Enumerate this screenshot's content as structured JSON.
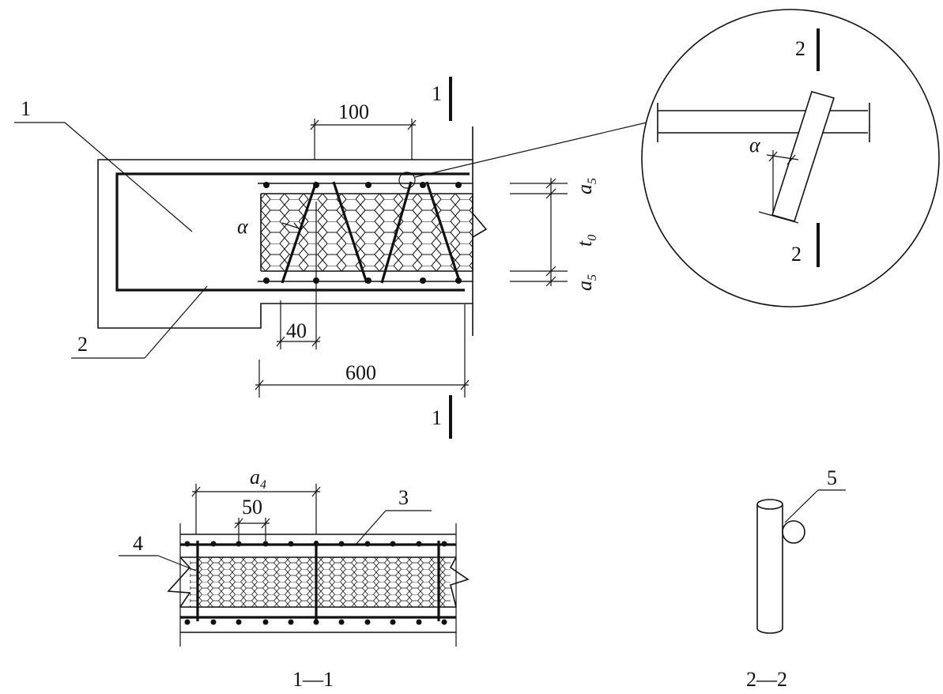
{
  "labels": {
    "part_1": "1",
    "part_2": "2",
    "part_3": "3",
    "part_4": "4",
    "part_5": "5",
    "section_mark_1_top": "1",
    "section_mark_1_bottom": "1",
    "section_mark_2_top": "2",
    "section_mark_2_bottom": "2",
    "section_1_1": "1—1",
    "section_2_2": "2—2"
  },
  "dimensions": {
    "dim_100": "100",
    "dim_40": "40",
    "dim_600": "600",
    "dim_50": "50",
    "a4_main": "a",
    "a4_sub": "4",
    "a5_main": "a",
    "a5_sub": "5",
    "t0_main": "t",
    "t0_sub": "0"
  },
  "symbols": {
    "alpha": "α",
    "alpha_detail": "α"
  }
}
